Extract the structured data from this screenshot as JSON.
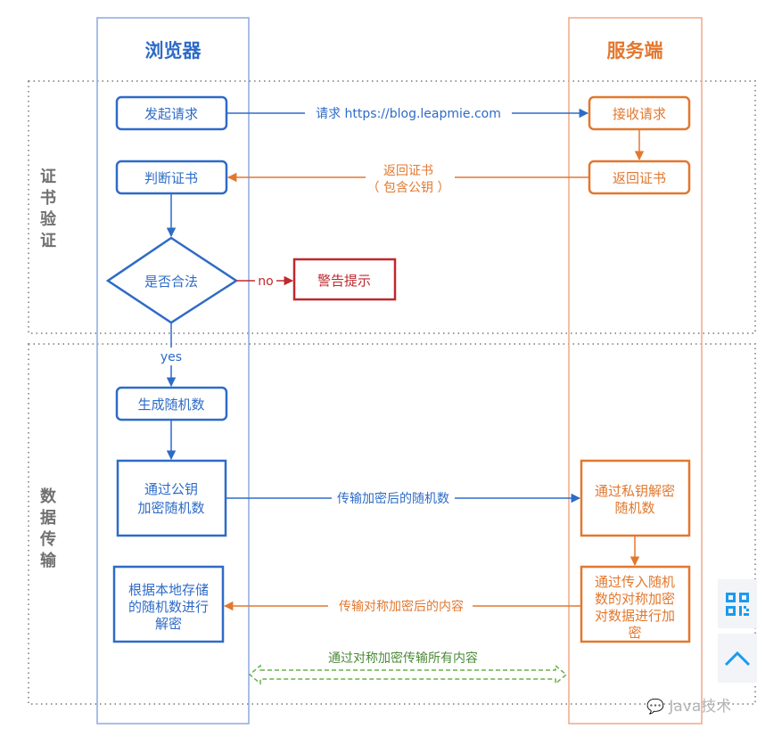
{
  "lanes": {
    "browser": {
      "title": "浏览器",
      "color": "#2e6bc7"
    },
    "server": {
      "title": "服务端",
      "color": "#e2782f"
    }
  },
  "sections": [
    {
      "label": "证书验证"
    },
    {
      "label": "数据传输"
    }
  ],
  "nodes": {
    "send_request": {
      "lines": [
        "发起请求"
      ]
    },
    "check_cert": {
      "lines": [
        "判断证书"
      ]
    },
    "is_valid": {
      "lines": [
        "是否合法"
      ]
    },
    "warning": {
      "lines": [
        "警告提示"
      ]
    },
    "gen_random": {
      "lines": [
        "生成随机数"
      ]
    },
    "encrypt_random": {
      "lines": [
        "通过公钥",
        "加密随机数"
      ]
    },
    "decrypt_content": {
      "lines": [
        "根据本地存储",
        "的随机数进行",
        "解密"
      ]
    },
    "receive_request": {
      "lines": [
        "接收请求"
      ]
    },
    "return_cert": {
      "lines": [
        "返回证书"
      ]
    },
    "decrypt_random": {
      "lines": [
        "通过私钥解密",
        "随机数"
      ]
    },
    "encrypt_content": {
      "lines": [
        "通过传入随机",
        "数的对称加密",
        "对数据进行加",
        "密"
      ]
    }
  },
  "edges": {
    "request_label": "请求 https://blog.leapmie.com",
    "return_cert_label": [
      "返回证书",
      "（ 包含公钥 ）"
    ],
    "no_label": "no",
    "yes_label": "yes",
    "send_random_label": "传输加密后的随机数",
    "send_content_label": "传输对称加密后的内容",
    "symmetric_label": "通过对称加密传输所有内容"
  },
  "colors": {
    "browser_blue": "#2e6bc7",
    "lane_blue": "#8fa9e0",
    "server_orange": "#e2782f",
    "lane_orange": "#f0a888",
    "warning_red": "#c0282d",
    "green_dashed": "#6ab04c",
    "section_gray": "#9a9a9a",
    "sidebar_icon": "#1a9bf0"
  },
  "sidebar": {
    "qrcode_icon": "qrcode-icon",
    "back_to_top_icon": "chevron-up-icon"
  },
  "watermark": "Java技术"
}
